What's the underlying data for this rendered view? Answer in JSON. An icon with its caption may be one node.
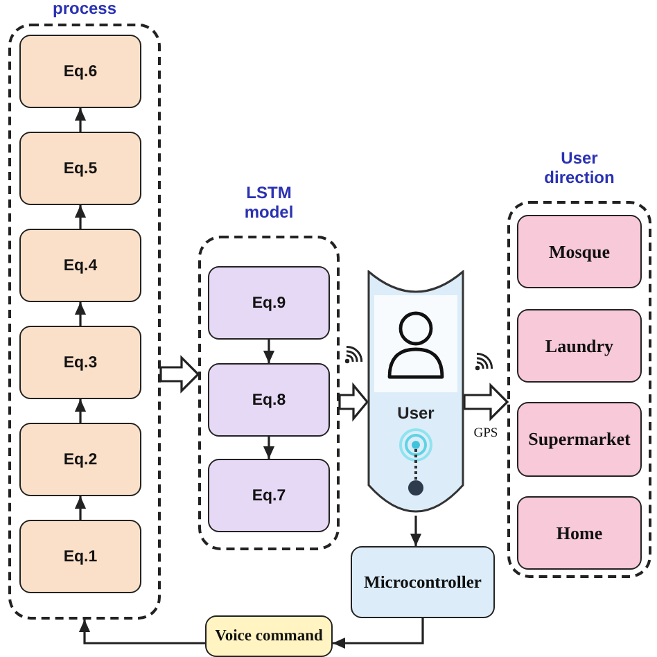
{
  "diagram": {
    "nodes": [
      {
        "text": [
          "process"
        ]
      },
      {
        "text": [
          "Eq.6"
        ],
        "in": 0
      },
      {
        "text": [
          "Eq.5"
        ],
        "in": 0
      },
      {
        "text": [
          "Eq.4"
        ],
        "in": 0
      },
      {
        "text": [
          "Eq.3"
        ],
        "in": 0
      },
      {
        "text": [
          "Eq.2"
        ],
        "in": 0
      },
      {
        "text": [
          "Eq.1"
        ],
        "in": 0
      },
      {
        "text": [
          "LSTM model"
        ]
      },
      {
        "text": [
          "Eq.9"
        ],
        "in": 7
      },
      {
        "text": [
          "Eq.8"
        ],
        "in": 7
      },
      {
        "text": [
          "Eq.7"
        ],
        "in": 7
      },
      {
        "text": [
          "User"
        ]
      },
      {
        "text": [
          "User direction"
        ]
      },
      {
        "text": [
          "Mosque"
        ],
        "in": 12
      },
      {
        "text": [
          "Laundry"
        ],
        "in": 12
      },
      {
        "text": [
          "Supermarket"
        ],
        "in": 12
      },
      {
        "text": [
          "Home"
        ],
        "in": 12
      },
      {
        "text": [
          "Microcontroller"
        ]
      },
      {
        "text": [
          "Voice command"
        ]
      }
    ],
    "edges": [
      {
        "from": 6,
        "to": 5,
        "arrow": "to"
      },
      {
        "from": 5,
        "to": 4,
        "arrow": "to"
      },
      {
        "from": 4,
        "to": 3,
        "arrow": "to"
      },
      {
        "from": 3,
        "to": 2,
        "arrow": "to"
      },
      {
        "from": 2,
        "to": 1,
        "arrow": "to"
      },
      {
        "from": 0,
        "to": 7,
        "arrow": "to",
        "style": "thick"
      },
      {
        "from": 8,
        "to": 9,
        "arrow": "to"
      },
      {
        "from": 9,
        "to": 10,
        "arrow": "to"
      },
      {
        "from": 7,
        "to": 11,
        "arrow": "to",
        "style": "thick"
      },
      {
        "from": 11,
        "to": 12,
        "arrow": "to",
        "style": "thick",
        "label": "GPS"
      },
      {
        "from": 11,
        "to": 17,
        "arrow": "to"
      },
      {
        "from": 17,
        "to": 18,
        "arrow": "to"
      },
      {
        "from": 18,
        "to": 0,
        "arrow": "to"
      }
    ]
  }
}
